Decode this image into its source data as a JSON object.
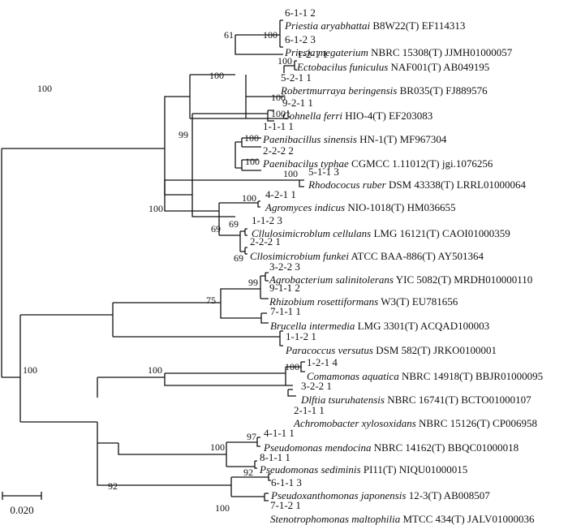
{
  "tree": {
    "leaves": [
      {
        "isolate": "6-1-1 2",
        "genus_species": "Priestia aryabhattai",
        "strain_accession": "B8W22(T) EF114313"
      },
      {
        "isolate": "6-1-2 3",
        "genus_species": "Priesia megaterium",
        "strain_accession": "NBRC 15308(T) JJMH01000057"
      },
      {
        "isolate": "1-2-1 1",
        "genus_species": "Ectobacilus funiculus",
        "strain_accession": "NAF001(T) AB049195"
      },
      {
        "isolate": "5-2-1 1",
        "genus_species": "Robertmurraya beringensis",
        "strain_accession": "BR035(T) FJ889576"
      },
      {
        "isolate": "9-2-1 1",
        "genus_species": "Cohnella ferri",
        "strain_accession": "HIO-4(T) EF203083"
      },
      {
        "isolate": "1-1-1 1",
        "genus_species": "Paenibacillus sinensis",
        "strain_accession": "HN-1(T) MF967304"
      },
      {
        "isolate": "2-2-2 2",
        "genus_species": "Paenibacilus typhae",
        "strain_accession": "CGMCC 1.11012(T) jgi.1076256"
      },
      {
        "isolate": "5-1-1 3",
        "genus_species": "Rhodococus ruber",
        "strain_accession": "DSM 43338(T) LRRL01000064"
      },
      {
        "isolate": "4-2-1 1",
        "genus_species": "Agromyces indicus",
        "strain_accession": "NIO-1018(T) HM036655"
      },
      {
        "isolate": "1-1-2 3",
        "genus_species": "Cllulosimicroblum cellulans",
        "strain_accession": "LMG 16121(T) CAOI01000359"
      },
      {
        "isolate": "2-2-2 1",
        "genus_species": "Cllosimicrobium funkei",
        "strain_accession": "ATCC BAA-886(T) AY501364"
      },
      {
        "isolate": "3-2-2 3",
        "genus_species": "Agrobacterium salinitolerans",
        "strain_accession": "YIC 5082(T) MRDH010000110"
      },
      {
        "isolate": "9-1-1 2",
        "genus_species": "Rhizobium rosettiformans",
        "strain_accession": "W3(T) EU781656"
      },
      {
        "isolate": "7-1-1 1",
        "genus_species": "Brucella intermedia",
        "strain_accession": "LMG 3301(T) ACQAD100003"
      },
      {
        "isolate": "1-1-2 1",
        "genus_species": "Paracoccus versutus",
        "strain_accession": "DSM 582(T) JRKO0100001"
      },
      {
        "isolate": "1-2-1 4",
        "genus_species": "Comamonas aquatica",
        "strain_accession": "NBRC 14918(T) BBJR01000095"
      },
      {
        "isolate": "3-2-2 1",
        "genus_species": "Dlftia tsuruhatensis",
        "strain_accession": "NBRC 16741(T) BCTO01000107"
      },
      {
        "isolate": "2-1-1 1",
        "genus_species": "Achromobacter xylosoxidans",
        "strain_accession": "NBRC 15126(T) CP006958"
      },
      {
        "isolate": "4-1-1 1",
        "genus_species": "Pseudomonas mendocina",
        "strain_accession": "NBRC 14162(T) BBQC01000018"
      },
      {
        "isolate": "8-1-1 1",
        "genus_species": "Pseudomonas sediminis",
        "strain_accession": "PI11(T) NIQU01000015"
      },
      {
        "isolate": "6-1-1 3",
        "genus_species": "Pseudoxanthomonas japonensis",
        "strain_accession": "12-3(T) AB008507"
      },
      {
        "isolate": "7-1-2 1",
        "genus_species": "Stenotrophomonas maltophilia",
        "strain_accession": "MTCC 434(T) JALV01000036"
      }
    ],
    "bootstrap_values": [
      {
        "id": "bs_priestia_pair",
        "value": "100"
      },
      {
        "id": "bs_priestia_group",
        "value": "61"
      },
      {
        "id": "bs_ecto_pair",
        "value": "100"
      },
      {
        "id": "bs_robert_pair",
        "value": "100"
      },
      {
        "id": "bs_bacillaceae",
        "value": "100"
      },
      {
        "id": "bs_cohnella_pair",
        "value": "100"
      },
      {
        "id": "bs_paeni_sinensis",
        "value": "100"
      },
      {
        "id": "bs_paeni_typhae",
        "value": "100"
      },
      {
        "id": "bs_paenibacillaceae",
        "value": "99"
      },
      {
        "id": "bs_firmicutes",
        "value": "100"
      },
      {
        "id": "bs_rhodo_pair",
        "value": "100"
      },
      {
        "id": "bs_agromyces_pair",
        "value": "100"
      },
      {
        "id": "bs_cellulans",
        "value": "69"
      },
      {
        "id": "bs_funkei",
        "value": "69"
      },
      {
        "id": "bs_micro_group",
        "value": "69"
      },
      {
        "id": "bs_actino",
        "value": "100"
      },
      {
        "id": "bs_agro",
        "value": "99"
      },
      {
        "id": "bs_rhizo_group",
        "value": "75"
      },
      {
        "id": "bs_comamonas",
        "value": "100"
      },
      {
        "id": "bs_beta",
        "value": "100"
      },
      {
        "id": "bs_pseudo_mendocina",
        "value": "97"
      },
      {
        "id": "bs_pseudo_pair",
        "value": "100"
      },
      {
        "id": "bs_pseudo_sediminis",
        "value": "92"
      },
      {
        "id": "bs_xantho",
        "value": "100"
      },
      {
        "id": "bs_gamma",
        "value": "92"
      },
      {
        "id": "bs_proteo",
        "value": "100"
      }
    ],
    "scale_bar": {
      "label": "0.020"
    }
  }
}
